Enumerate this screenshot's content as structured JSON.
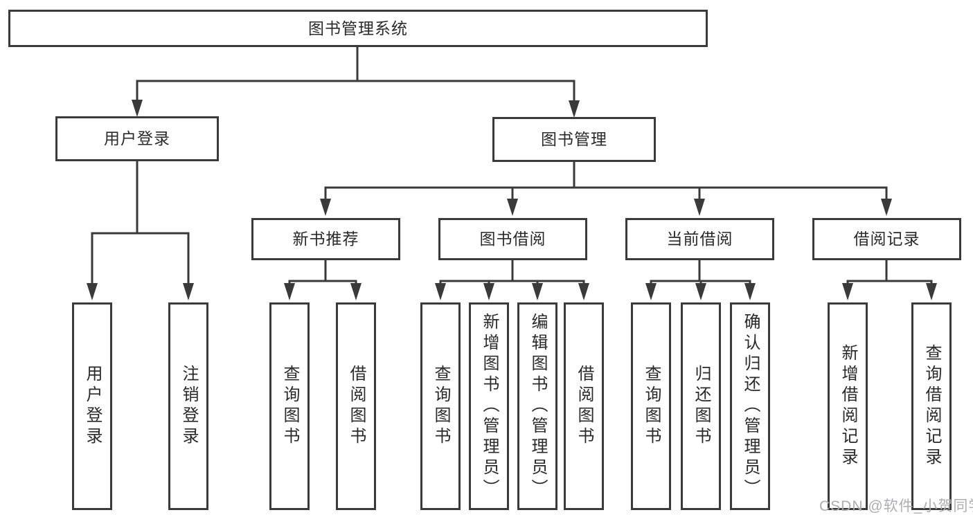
{
  "diagram": {
    "type": "hierarchy-tree",
    "title": "图书管理系统",
    "colors": {
      "line": "#3a3a3a",
      "box_border": "#3a3a3a",
      "text": "#2a2a2a",
      "watermark": "#aeaeb2",
      "background": "#ffffff"
    },
    "hierarchy": {
      "label": "图书管理系统",
      "children": [
        {
          "label": "用户登录",
          "children": [
            {
              "label": "用户登录"
            },
            {
              "label": "注销登录"
            }
          ]
        },
        {
          "label": "图书管理",
          "children": [
            {
              "label": "新书推荐",
              "children": [
                {
                  "label": "查询图书"
                },
                {
                  "label": "借阅图书"
                }
              ]
            },
            {
              "label": "图书借阅",
              "children": [
                {
                  "label": "查询图书"
                },
                {
                  "label": "新增图书（管理员）"
                },
                {
                  "label": "编辑图书（管理员）"
                },
                {
                  "label": "借阅图书"
                }
              ]
            },
            {
              "label": "当前借阅",
              "children": [
                {
                  "label": "查询图书"
                },
                {
                  "label": "归还图书"
                },
                {
                  "label": "确认归还（管理员）"
                }
              ]
            },
            {
              "label": "借阅记录",
              "children": [
                {
                  "label": "新增借阅记录"
                },
                {
                  "label": "查询借阅记录"
                }
              ]
            }
          ]
        }
      ]
    },
    "watermark": "CSDN @软件_小贺同学"
  }
}
